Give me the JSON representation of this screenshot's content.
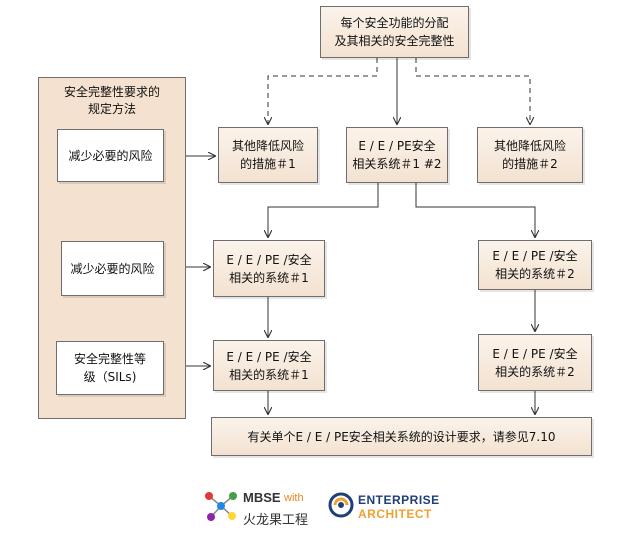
{
  "diagram": {
    "top_box": "每个安全功能的分配\n及其相关的安全完整性",
    "panel_title": "安全完整性要求的\n规定方法",
    "panel_item_1": "减少必要的风险",
    "panel_item_2": "减少必要的风险",
    "panel_item_3": "安全完整性等\n级（SILs)",
    "other_measures_1": "其他降低风险\n的措施＃1",
    "ee_pe_safety_system": "E / E / PE安全\n相关系统＃1 #2",
    "other_measures_2": "其他降低风险\n的措施＃2",
    "ee_system_1_a": "E / E / PE /安全\n相关的系统＃1",
    "ee_system_2_a": "E / E / PE /安全\n相关的系统＃2",
    "ee_system_1_b": "E / E / PE /安全\n相关的系统＃1",
    "ee_system_2_b": "E / E / PE /安全\n相关的系统＃2",
    "bottom_box": "有关单个E / E / PE安全相关系统的设计要求，请参见7.10"
  },
  "footer": {
    "mbse_label": "MBSE",
    "with_label": "with",
    "company_label": "火龙果工程",
    "ea_line1": "ENTERPRISE",
    "ea_line2": "ARCHITECT"
  },
  "colors": {
    "box_fill": "#f3e2d1",
    "border": "#6e6e6e",
    "with_orange": "#e8891e",
    "ea_navy": "#1f3f78",
    "ea_orange": "#f0a030"
  }
}
